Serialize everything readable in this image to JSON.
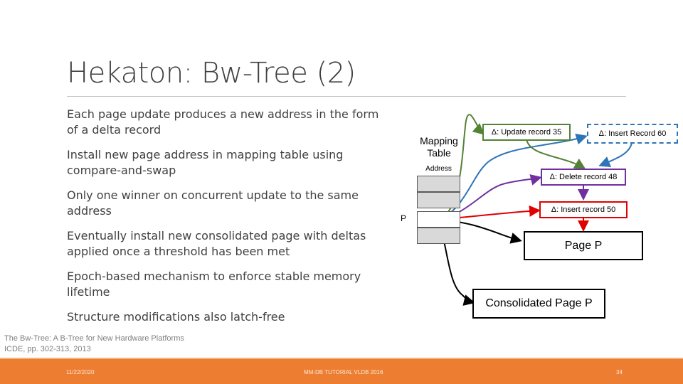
{
  "slide": {
    "title": "Hekaton: Bw-Tree (2)",
    "bullets": [
      "Each page update produces a new address in the form of a delta record",
      "Install new page address in mapping table using compare-and-swap",
      "Only one winner on concurrent update to the same address",
      "Eventually install new consolidated page with deltas applied once a threshold has been met",
      "Epoch-based mechanism to enforce stable memory lifetime",
      "Structure modifications also latch-free"
    ],
    "citation_line1": "The Bw-Tree: A B-Tree for New Hardware Platforms",
    "citation_line2": "ICDE, pp. 302-313, 2013"
  },
  "diagram": {
    "mapping_table_title": "Mapping Table",
    "address_label": "Address",
    "p_label": "P",
    "delta_update": "Δ: Update record 35",
    "delta_insert60": "Δ: Insert Record 60",
    "delta_delete": "Δ: Delete record 48",
    "delta_insert50": "Δ: Insert record 50",
    "page_p": "Page P",
    "consolidated": "Consolidated Page P",
    "colors": {
      "update": "#548235",
      "insert60": "#2e75b6",
      "delete": "#7030a0",
      "insert50": "#e00000",
      "black": "#000000"
    }
  },
  "footer": {
    "date": "11/22/2020",
    "center": "MM-DB TUTORIAL VLDB 2016",
    "page": "34"
  }
}
